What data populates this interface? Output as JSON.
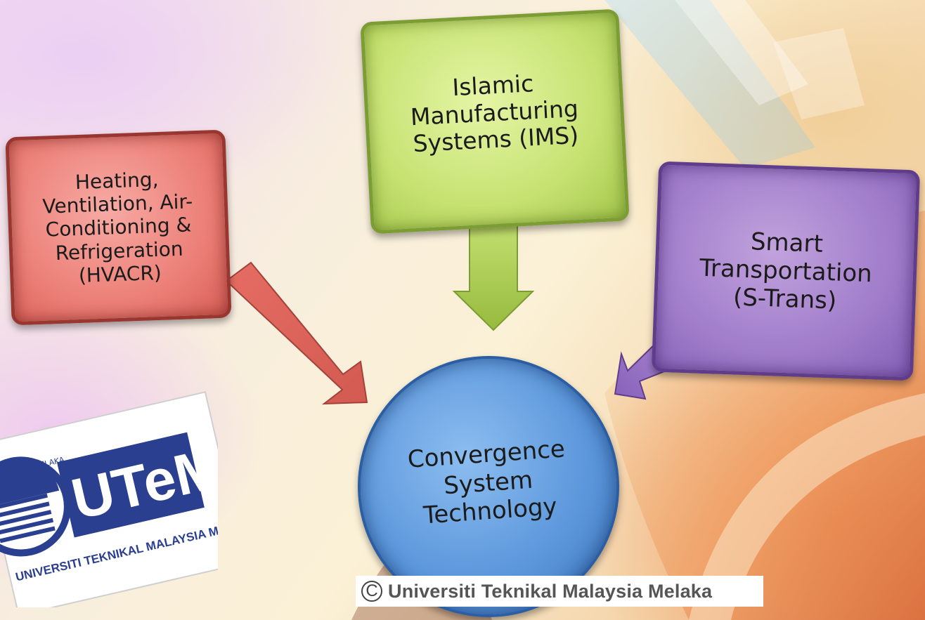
{
  "diagram": {
    "nodes": {
      "ims": {
        "label": "Islamic\nManufacturing\nSystems (IMS)",
        "color": "#c6e271"
      },
      "hvacr": {
        "label": "Heating,\nVentilation, Air-\nConditioning &\nRefrigeration\n(HVACR)",
        "color": "#ec8078"
      },
      "strans": {
        "label": "Smart\nTransportation\n(S-Trans)",
        "color": "#a07cca"
      },
      "center": {
        "label": "Convergence\nSystem\nTechnology",
        "color": "#5d98dc"
      }
    },
    "edges": [
      {
        "from": "ims",
        "to": "center"
      },
      {
        "from": "hvacr",
        "to": "center"
      },
      {
        "from": "strans",
        "to": "center"
      }
    ]
  },
  "logo": {
    "brand": "UTeM",
    "university": "UNIVERSITI TEKNIKAL MALAYSIA MELAKA",
    "seal_text": "MALAYSIA MELAKA"
  },
  "footer": {
    "copyright_symbol": "C",
    "copyright_text": "Universiti Teknikal Malaysia Melaka"
  }
}
